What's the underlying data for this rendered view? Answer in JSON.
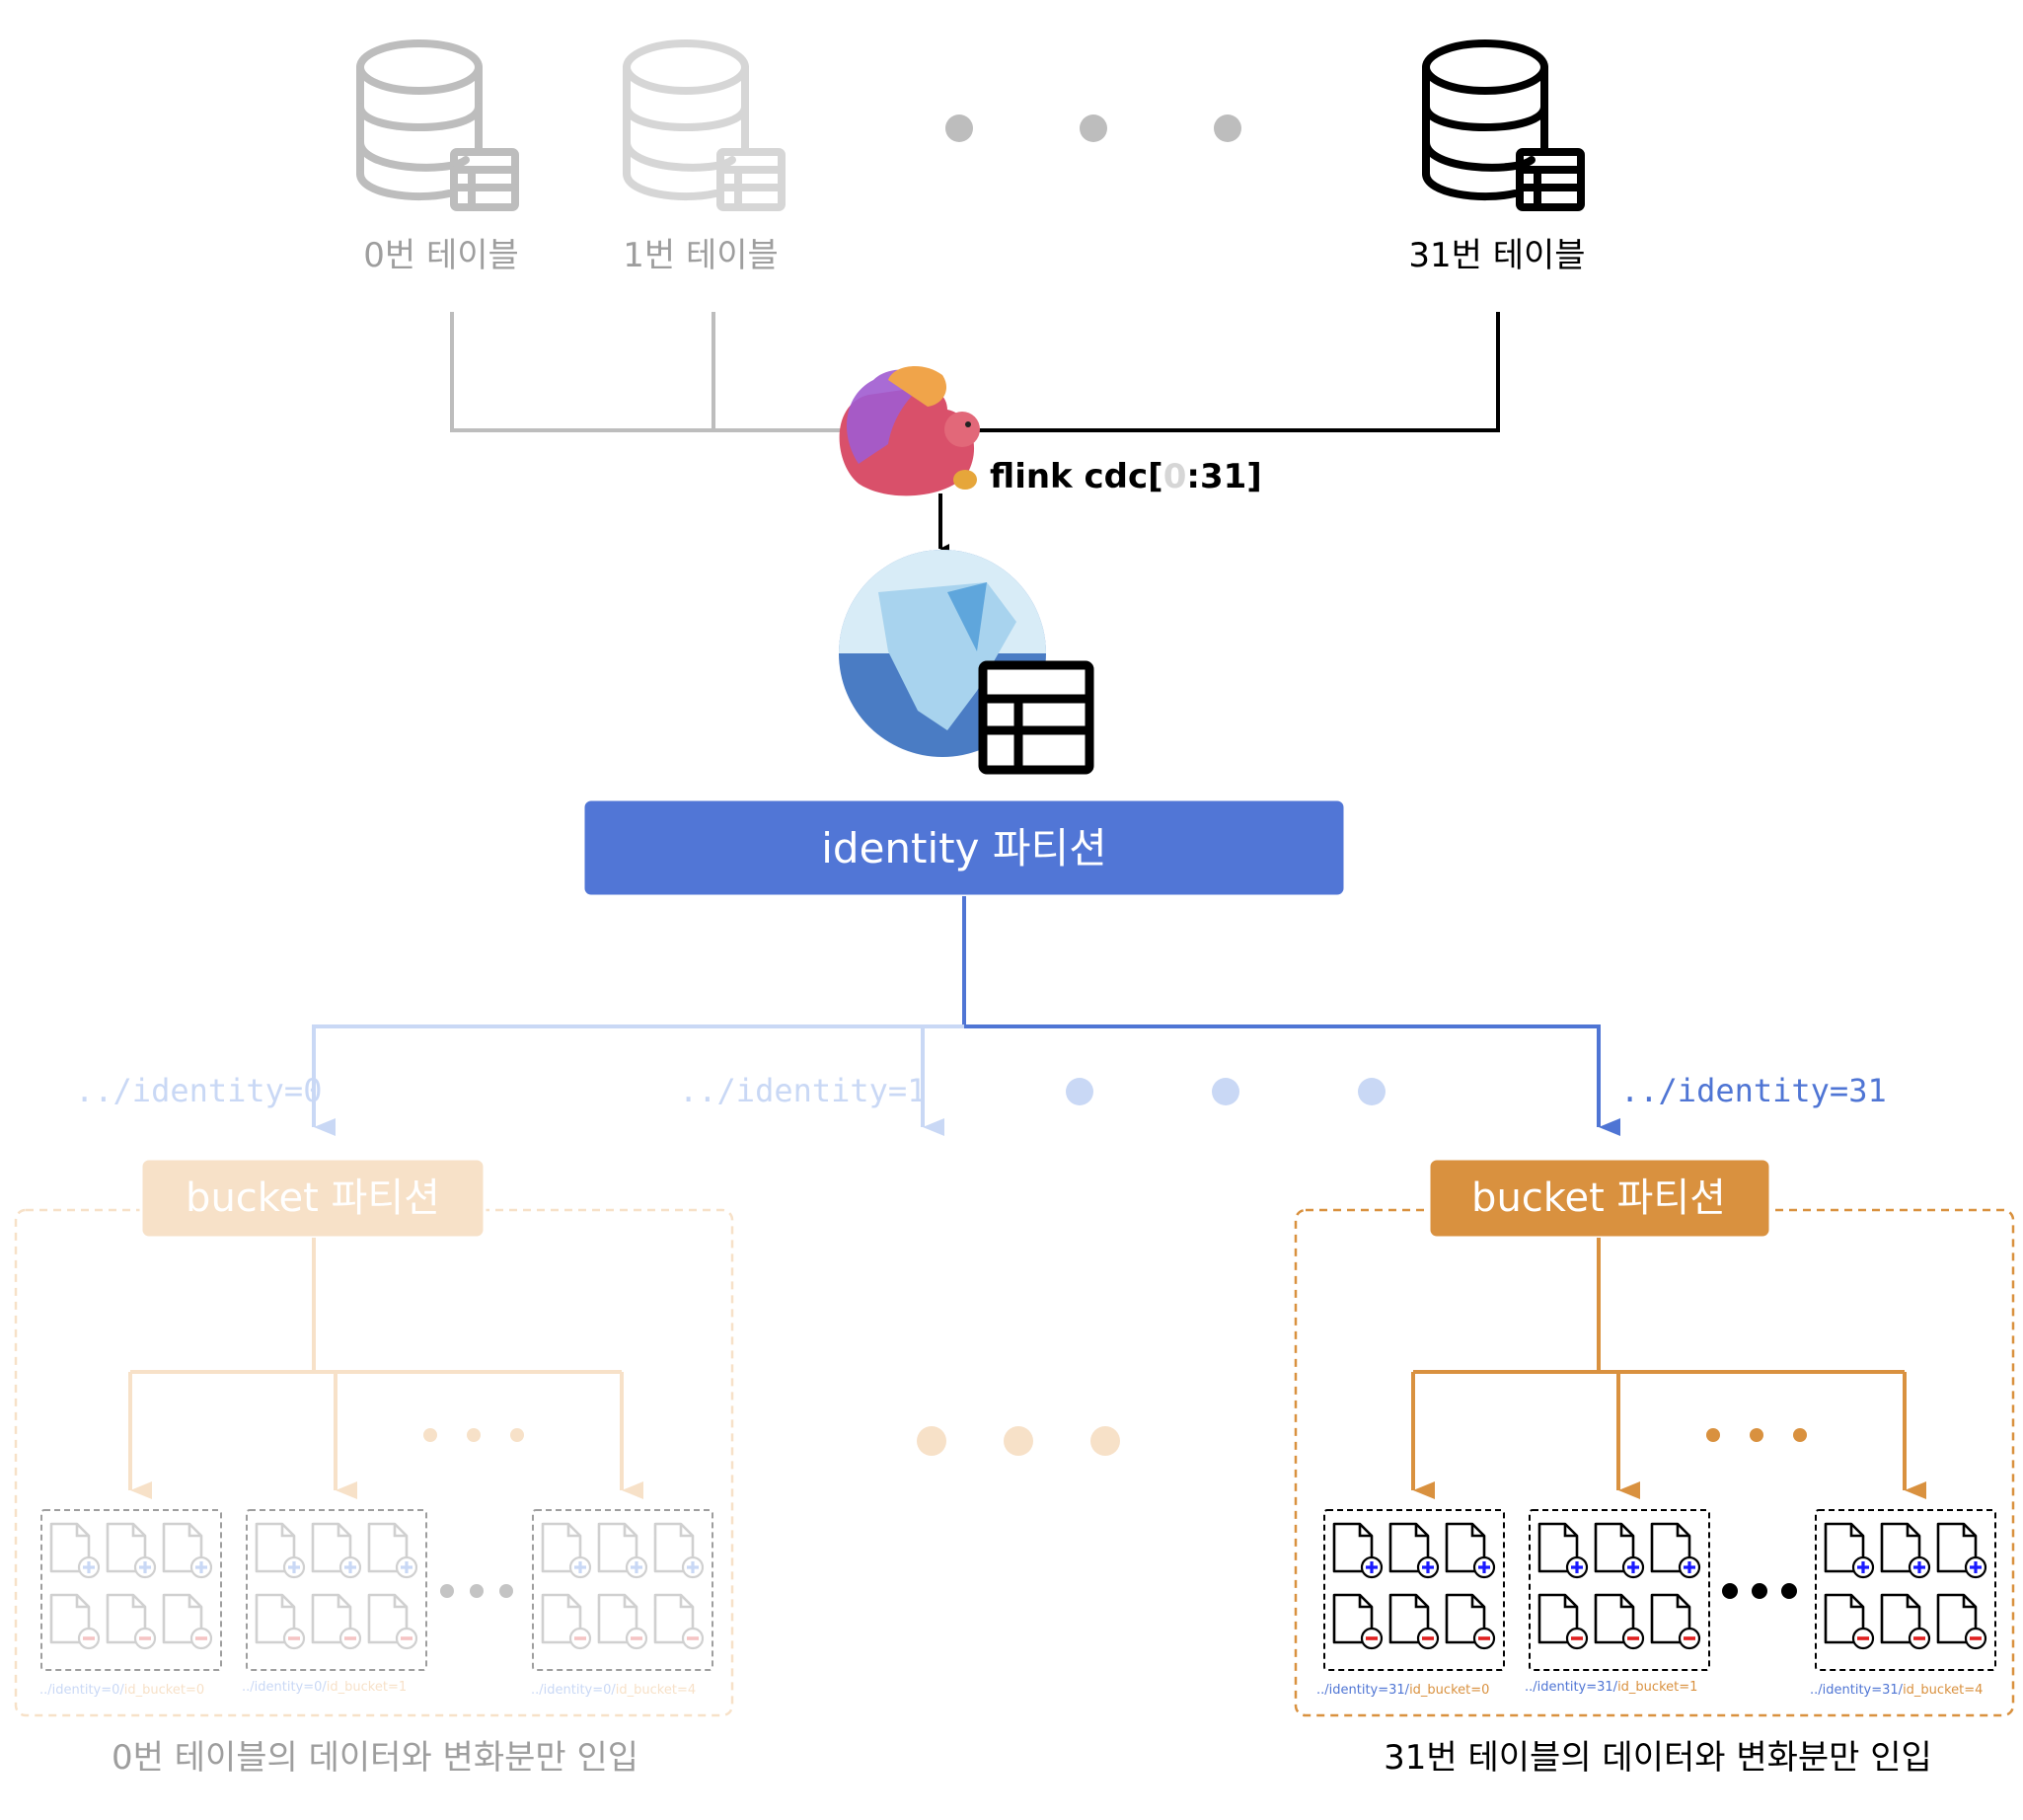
{
  "tables": {
    "t0": "0번 테이블",
    "t1": "1번 테이블",
    "t31": "31번 테이블"
  },
  "flink": {
    "prefix": "flink cdc[",
    "start": "0",
    "rest": ":31]"
  },
  "identity_box": "identity 파티션",
  "paths": {
    "p0": "../identity=0",
    "p1": "../identity=1",
    "p31": "../identity=31"
  },
  "bucket_box": "bucket 파티션",
  "file_paths_left": {
    "b0_prefix": "../identity=0/",
    "b0_suffix": "id_bucket=0",
    "b1_prefix": "../identity=0/",
    "b1_suffix": "id_bucket=1",
    "b4_prefix": "../identity=0/",
    "b4_suffix": "id_bucket=4"
  },
  "file_paths_right": {
    "b0_prefix": "../identity=31/",
    "b0_suffix": "id_bucket=0",
    "b1_prefix": "../identity=31/",
    "b1_suffix": "id_bucket=1",
    "b4_prefix": "../identity=31/",
    "b4_suffix": "id_bucket=4"
  },
  "captions": {
    "left": "0번 테이블의 데이터와 변화분만 인입",
    "right": "31번 테이블의 데이터와 변화분만 인입"
  },
  "colors": {
    "faded_gray": "#bdbdbd",
    "black": "#000000",
    "blue": "#4f75d4",
    "light_blue": "#c9d8f5",
    "orange": "#d9913f",
    "light_orange": "#f7e1c8"
  }
}
